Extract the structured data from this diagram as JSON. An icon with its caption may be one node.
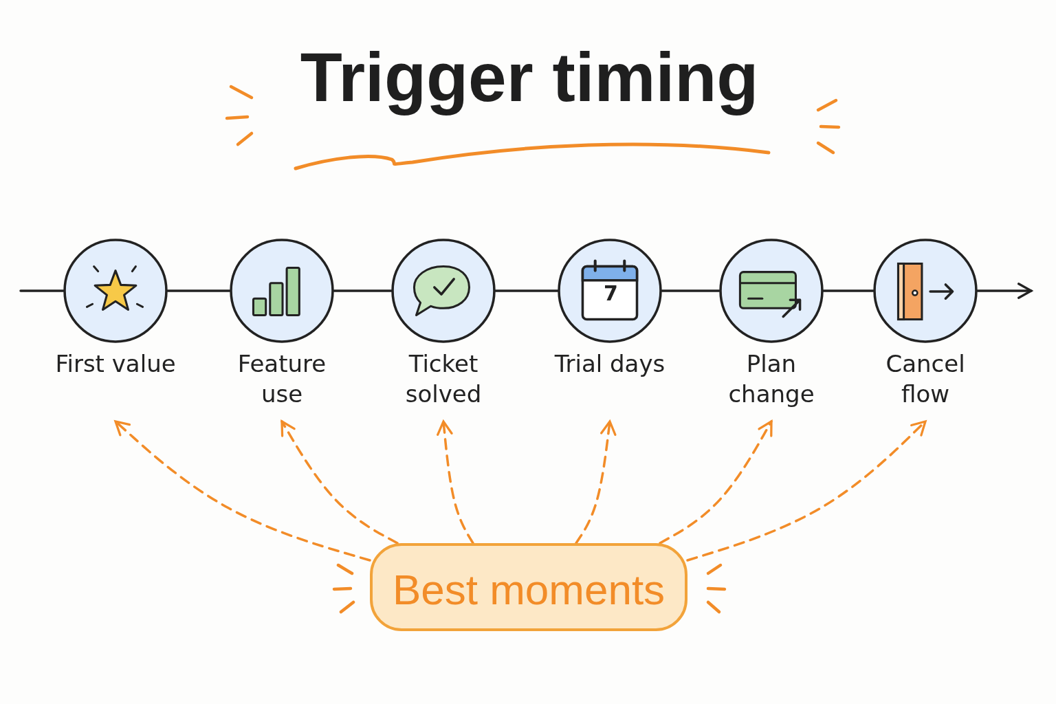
{
  "diagram": {
    "title": "Trigger timing",
    "nodes": [
      {
        "text": [
          "First value"
        ]
      },
      {
        "text": [
          "Feature use"
        ]
      },
      {
        "text": [
          "Ticket solved"
        ]
      },
      {
        "text": [
          "Trial days"
        ]
      },
      {
        "text": [
          "Plan change"
        ]
      },
      {
        "text": [
          "Cancel flow"
        ]
      },
      {
        "text": [
          "Best moments"
        ]
      }
    ],
    "edges": [
      {
        "from": null,
        "to": 0,
        "arrow": "none"
      },
      {
        "from": 0,
        "to": 1,
        "arrow": "none"
      },
      {
        "from": 1,
        "to": 2,
        "arrow": "none"
      },
      {
        "from": 2,
        "to": 3,
        "arrow": "none"
      },
      {
        "from": 3,
        "to": 4,
        "arrow": "none"
      },
      {
        "from": 4,
        "to": 5,
        "arrow": "none"
      },
      {
        "from": 5,
        "to": null,
        "arrow": "to"
      },
      {
        "from": 6,
        "to": 0,
        "arrow": "to",
        "style": "dashed",
        "color": "#f28c28"
      },
      {
        "from": 6,
        "to": 1,
        "arrow": "to",
        "style": "dashed",
        "color": "#f28c28"
      },
      {
        "from": 6,
        "to": 2,
        "arrow": "to",
        "style": "dashed",
        "color": "#f28c28"
      },
      {
        "from": 6,
        "to": 3,
        "arrow": "to",
        "style": "dashed",
        "color": "#f28c28"
      },
      {
        "from": 6,
        "to": 4,
        "arrow": "to",
        "style": "dashed",
        "color": "#f28c28"
      },
      {
        "from": 6,
        "to": 5,
        "arrow": "to",
        "style": "dashed",
        "color": "#f28c28"
      }
    ],
    "labels": [
      "7"
    ]
  }
}
